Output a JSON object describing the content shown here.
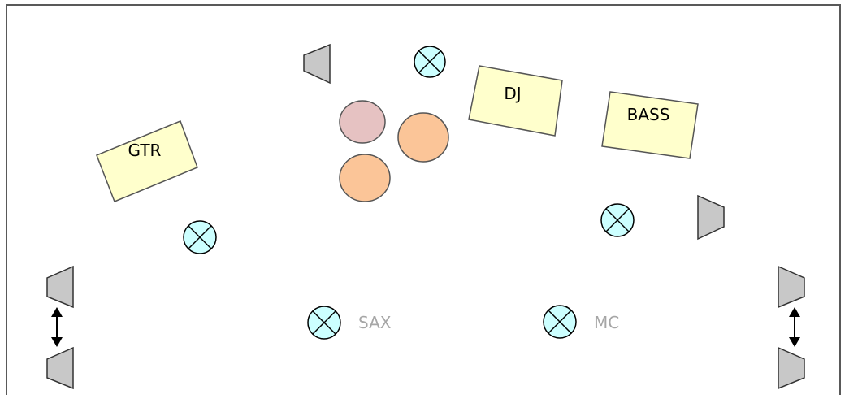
{
  "colors": {
    "frame": "#595959",
    "box_fill": "#ffffcc",
    "box_stroke": "#555555",
    "mic_fill": "#ccffff",
    "mic_stroke": "#000000",
    "speaker_fill": "#c8c8c8",
    "speaker_stroke": "#333333",
    "drum_pink": "#e6c2c2",
    "drum_orange": "#fbc598",
    "drum_stroke": "#555555",
    "arrow": "#000000",
    "mic_label": "#a6a6a6"
  },
  "instruments": {
    "gtr": "GTR",
    "dj": "DJ",
    "bass": "BASS"
  },
  "microphones": {
    "sax": "SAX",
    "mc": "MC"
  },
  "icons": {
    "microphone": "crossed-circle-icon",
    "speaker": "trapezoid-speaker-icon",
    "drum": "circle-drum-icon",
    "movable": "double-arrow-icon"
  }
}
